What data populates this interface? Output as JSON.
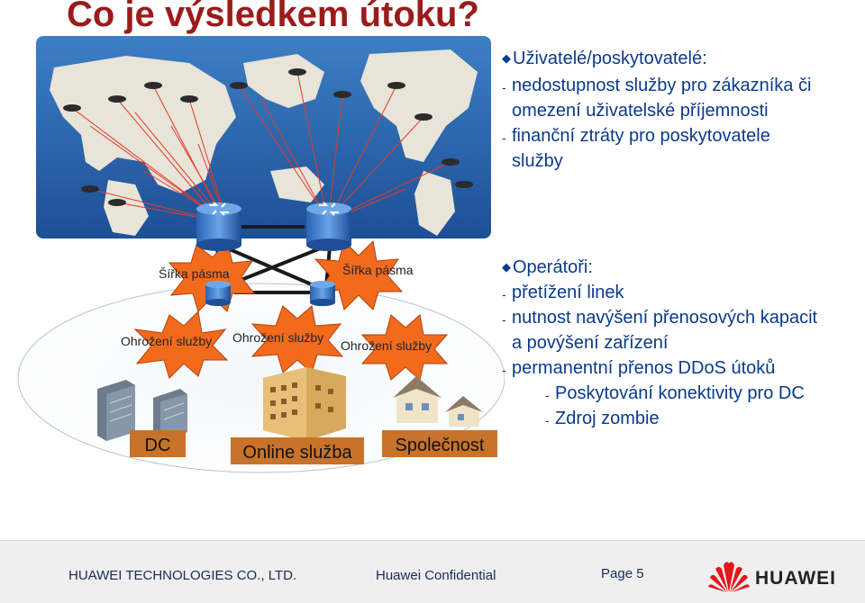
{
  "slide_title": "Co je výsledkem útoku?",
  "users_section": {
    "heading": "Uživatelé/poskytovatelé:",
    "items": [
      "nedostupnost služby pro zákazníka či omezení uživatelské příjemnosti",
      "finanční ztráty pro poskytovatele služby"
    ]
  },
  "operators_section": {
    "heading": "Operátoři:",
    "items": [
      "přetížení linek",
      "nutnost navýšení přenosových kapacit a povýšení zařízení",
      "permanentní přenos DDoS útoků"
    ],
    "subitems": [
      "Poskytování konektivity pro DC",
      "Zdroj zombie"
    ]
  },
  "diagram": {
    "bandwidth_label_left": "Šířka pásma",
    "bandwidth_label_right": "Šířka pásma",
    "threat_labels": [
      "Ohrožení služby",
      "Ohrožení služby",
      "Ohrožení služby"
    ],
    "targets": [
      "DC",
      "Online služba",
      "Společnost"
    ]
  },
  "footer": {
    "company": "HUAWEI TECHNOLOGIES CO., LTD.",
    "confidential": "Huawei Confidential",
    "page_label": "Page 5",
    "logo_text": "HUAWEI"
  },
  "colors": {
    "title": "#9b1b1b",
    "body_text": "#0a3a8c",
    "burst": "#f26b1d",
    "label_box": "#c8732a",
    "arrows": "#e03a2b"
  }
}
